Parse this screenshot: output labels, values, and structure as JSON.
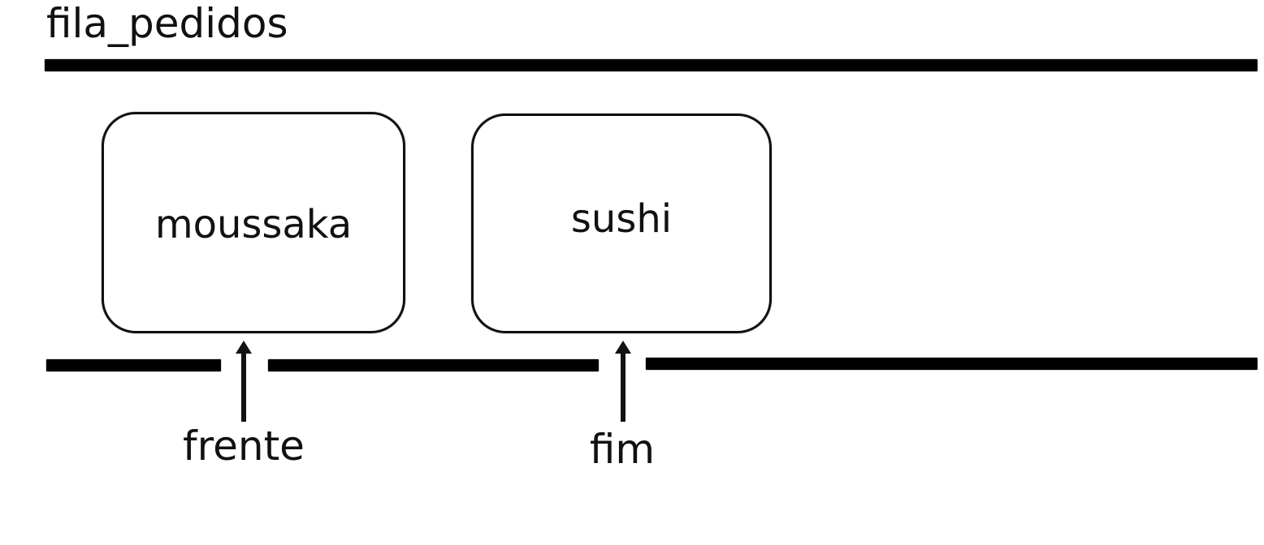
{
  "diagram": {
    "title": "fila_pedidos",
    "queue_items": [
      {
        "label": "moussaka"
      },
      {
        "label": "sushi"
      }
    ],
    "pointers": {
      "front": "frente",
      "end": "fim"
    },
    "colors": {
      "stroke": "#111111",
      "background": "#ffffff"
    }
  }
}
